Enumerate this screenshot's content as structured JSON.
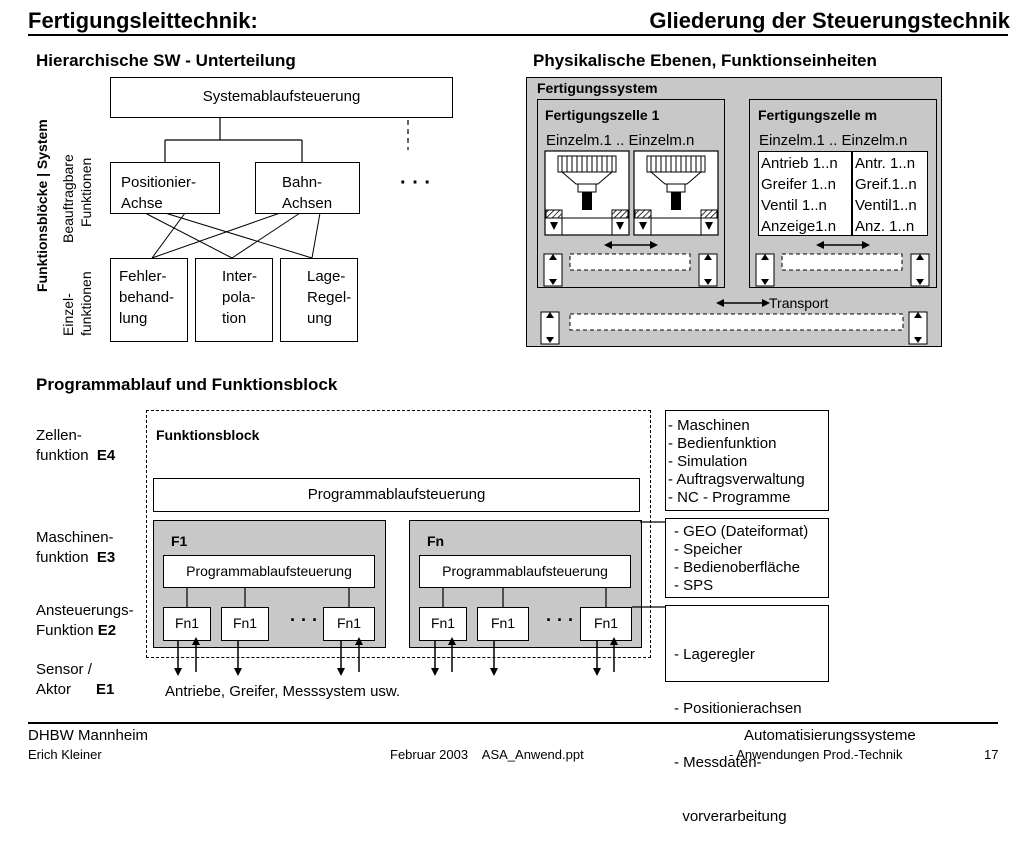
{
  "header": {
    "left_title": "Fertigungsleittechnik:",
    "right_title": "Gliederung der Steuerungstechnik"
  },
  "left_section": {
    "heading": "Hierarchische SW - Unterteilung",
    "top_box": "Systemablaufsteuerung",
    "mid_boxes": [
      [
        "Positionier-",
        "Achse"
      ],
      [
        "Bahn-",
        "Achsen"
      ]
    ],
    "ellipsis": "· · ·",
    "bottom_boxes": [
      [
        "Fehler-",
        "behand-",
        "lung"
      ],
      [
        "Inter-",
        "pola-",
        "tion"
      ],
      [
        "Lage-",
        "Regel-",
        "ung"
      ]
    ],
    "vlabel_outer": "Funktionsblöcke  | System",
    "vlabel_beauftragbar_1": "Beauftragbare",
    "vlabel_beauftragbar_2": "Funktionen",
    "vlabel_einzel_1": "Einzel-",
    "vlabel_einzel_2": "funktionen"
  },
  "right_section": {
    "heading": "Physikalische Ebenen, Funktionseinheiten",
    "system_label": "Fertigungssystem",
    "cell1_label": "Fertigungszelle 1",
    "cellm_label": "Fertigungszelle m",
    "cell1_sub": "Einzelm.1 .. Einzelm.n",
    "cellm_sub": "Einzelm.1 ..  Einzelm.n",
    "cellm_col1": [
      "Antrieb 1..n",
      "Greifer 1..n",
      "Ventil  1..n",
      "Anzeige1.n"
    ],
    "cellm_col2": [
      "Antr. 1..n",
      "Greif.1..n",
      "Ventil1..n",
      "Anz.  1..n"
    ],
    "transport": "Transport"
  },
  "bottom_section": {
    "heading": "Programmablauf und Funktionsblock",
    "levels": [
      {
        "line1": "Zellen-",
        "line2": "funktion",
        "code": "E4"
      },
      {
        "line1": "Maschinen-",
        "line2": "funktion",
        "code": "E3"
      },
      {
        "line1": "Ansteuerungs-",
        "line2": "Funktion",
        "code": "E2"
      },
      {
        "line1": "Sensor /",
        "line2": "Aktor",
        "code": "E1"
      }
    ],
    "funktionsblock": "Funktionsblock",
    "main_program": "Programmablaufsteuerung",
    "f1_label": "F1",
    "fn_label": "Fn",
    "sub_program": "Programmablaufsteuerung",
    "fn_box": "Fn1",
    "dots": "· · ·",
    "actuators": "Antriebe, Greifer, Messsystem usw.",
    "list_e4": [
      "- Maschinen",
      "- Bedienfunktion",
      "- Simulation",
      "- Auftragsverwaltung",
      "- NC - Programme"
    ],
    "list_e3": [
      "- GEO (Dateiformat)",
      "- Speicher",
      "- Bedienoberfläche",
      "- SPS"
    ],
    "list_e2": [
      "- Lageregler",
      "- Positionierachsen",
      "- Messdaten-",
      "  vorverarbeitung"
    ]
  },
  "footer": {
    "left1": "DHBW  Mannheim",
    "left2": "Erich Kleiner",
    "center": "Februar 2003    ASA_Anwend.ppt",
    "right1": "Automatisierungssysteme",
    "right2": "- Anwendungen Prod.-Technik",
    "page": "17"
  }
}
